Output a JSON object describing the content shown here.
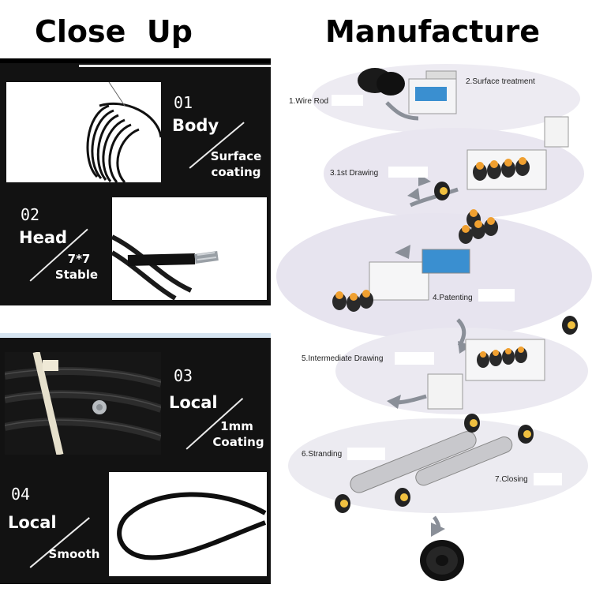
{
  "headings": {
    "left": "Close  Up",
    "right": "Manufacture"
  },
  "features": [
    {
      "num": "01",
      "title": "Body",
      "sub1": "Surface",
      "sub2": "coating"
    },
    {
      "num": "02",
      "title": "Head",
      "sub1": "7*7",
      "sub2": "Stable"
    },
    {
      "num": "03",
      "title": "Local",
      "sub1": "1mm",
      "sub2": "Coating"
    },
    {
      "num": "04",
      "title": "Local",
      "sub1": "",
      "sub2": "Smooth"
    }
  ],
  "steps": [
    "1.Wire Rod",
    "2.Surface treatment",
    "3.1st Drawing",
    "4.Patenting",
    "5.Intermediate Drawing",
    "6.Stranding",
    "7.Closing"
  ],
  "colors": {
    "panel": "#121212",
    "ellipse": "#e9e6f0",
    "accent": "#f0a030",
    "tank": "#3a8fd0"
  }
}
